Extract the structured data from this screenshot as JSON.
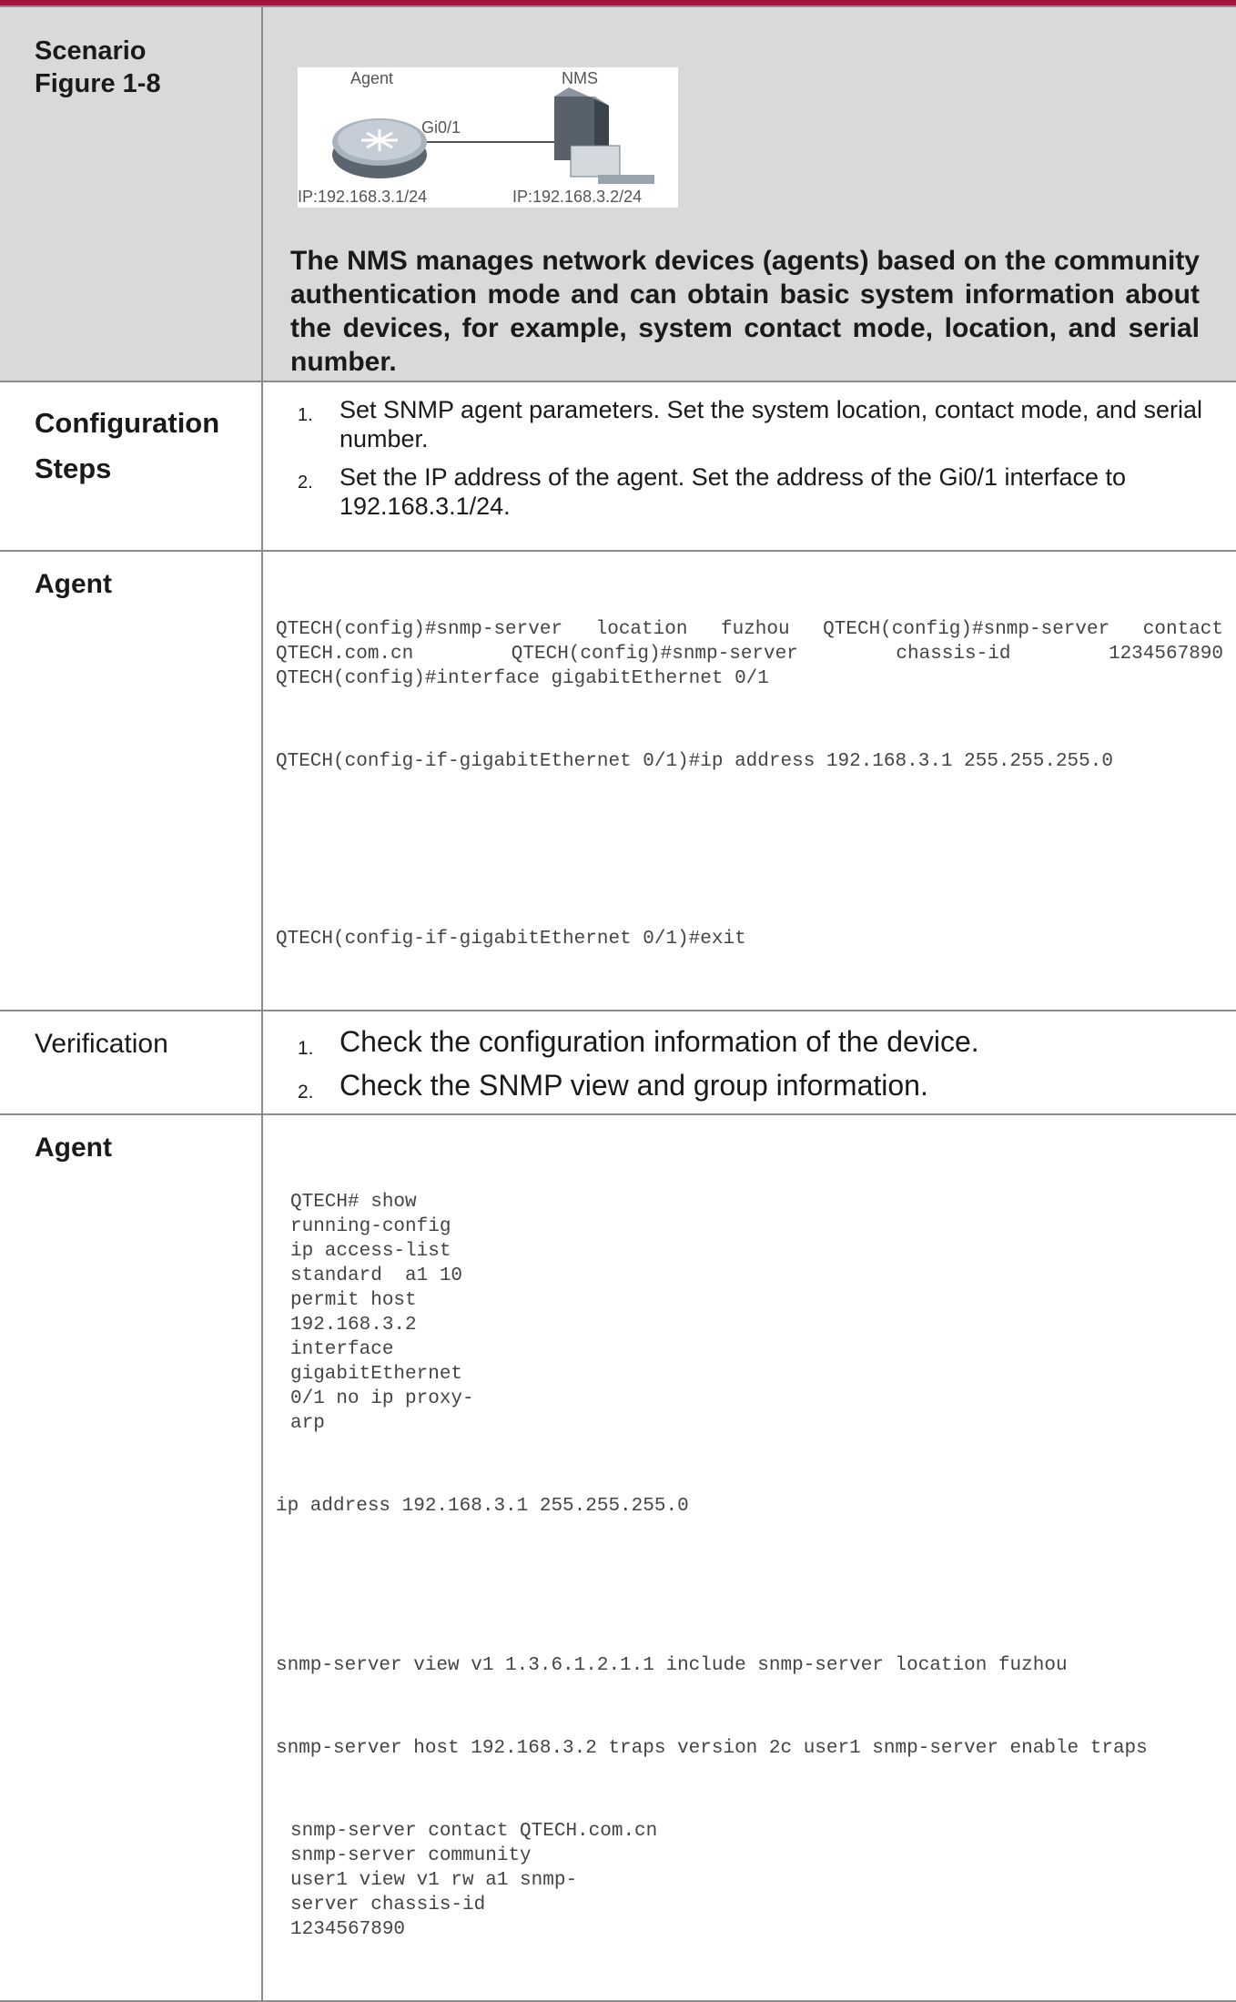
{
  "scenario": {
    "label_line1": "Scenario",
    "label_line2": "Figure 1-8",
    "figure": {
      "agent_label": "Agent",
      "nms_label": "NMS",
      "link_label": "Gi0/1",
      "agent_ip": "IP:192.168.3.1/24",
      "nms_ip": "IP:192.168.3.2/24"
    },
    "description": "The NMS manages network devices (agents) based on the community authentication mode and can obtain basic system information about the devices, for example, system contact mode, location, and serial number."
  },
  "config_steps": {
    "label_line1": "Configuration",
    "label_line2": "Steps",
    "items": [
      {
        "num": "1.",
        "text": "Set SNMP agent parameters. Set the system location, contact mode, and serial number."
      },
      {
        "num": "2.",
        "text": "Set the IP address of the agent. Set the address of the Gi0/1 interface to 192.168.3.1/24."
      }
    ]
  },
  "agent_config": {
    "label": "Agent",
    "line1": "QTECH(config)#snmp-server location fuzhou QTECH(config)#snmp-server contact QTECH.com.cn QTECH(config)#snmp-server chassis-id 1234567890 QTECH(config)#interface gigabitEthernet 0/1",
    "line2": "QTECH(config-if-gigabitEthernet 0/1)#ip address 192.168.3.1 255.255.255.0",
    "line3": "QTECH(config-if-gigabitEthernet 0/1)#exit"
  },
  "verification": {
    "label": "Verification",
    "items": [
      {
        "num": "1.",
        "text": "Check the configuration information of the device."
      },
      {
        "num": "2.",
        "text": "Check the SNMP view and group information."
      }
    ]
  },
  "agent_show": {
    "label": "Agent",
    "block1": "QTECH# show\nrunning-config\nip access-list\nstandard  a1 10\npermit host\n192.168.3.2\ninterface\ngigabitEthernet\n0/1 no ip proxy-\narp",
    "line_ip": "ip address 192.168.3.1 255.255.255.0",
    "line_view": "snmp-server view v1 1.3.6.1.2.1.1 include snmp-server location fuzhou",
    "line_host": "snmp-server host 192.168.3.2 traps version 2c user1 snmp-server enable traps",
    "block2": "snmp-server contact QTECH.com.cn\nsnmp-server community\nuser1 view v1 rw a1 snmp-\nserver chassis-id\n1234567890"
  }
}
